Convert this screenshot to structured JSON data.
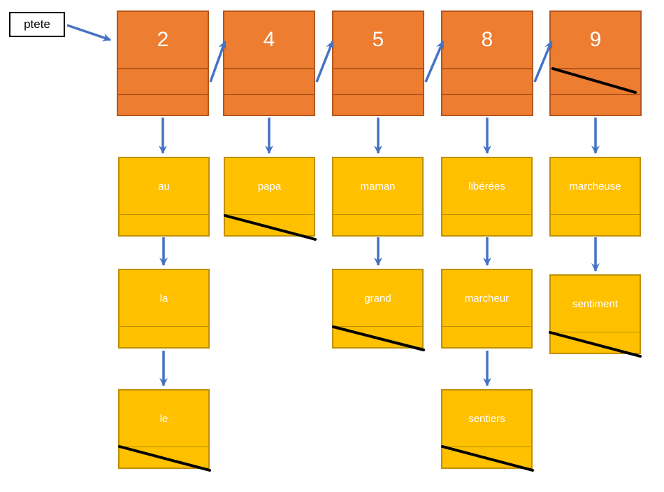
{
  "diagram": {
    "head_pointer_label": "ptete",
    "buckets": [
      {
        "key": "2",
        "words": [
          "au",
          "la",
          "le"
        ]
      },
      {
        "key": "4",
        "words": [
          "papa"
        ]
      },
      {
        "key": "5",
        "words": [
          "maman",
          "grand"
        ]
      },
      {
        "key": "8",
        "words": [
          "libérées",
          "marcheur",
          "sentiers"
        ]
      },
      {
        "key": "9",
        "words": [
          "marcheuse",
          "sentiment"
        ]
      }
    ],
    "colors": {
      "bucket_fill": "#ED7D31",
      "bucket_border": "#B3561D",
      "node_fill": "#FFC000",
      "node_border": "#BF9000",
      "arrow": "#4472C4",
      "null_marker": "#000000"
    }
  }
}
